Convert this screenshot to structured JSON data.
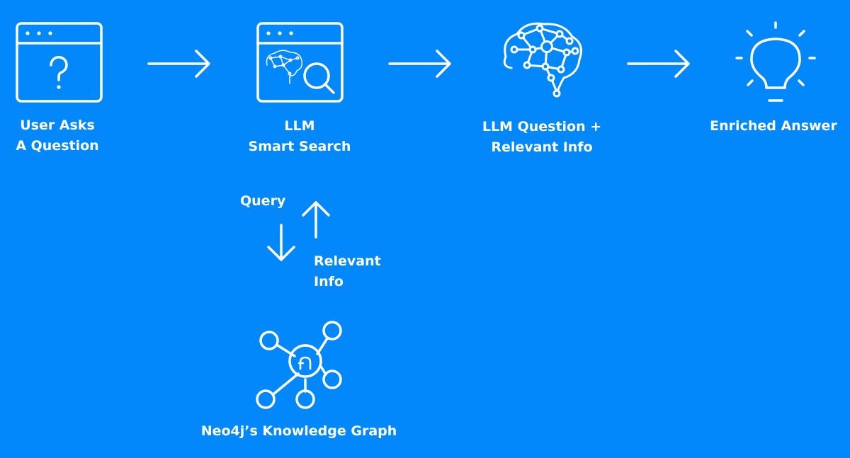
{
  "colors": {
    "background": "#0388fc",
    "foreground": "#ffffff"
  },
  "steps": [
    {
      "id": "user-question",
      "icon": "browser-question-icon",
      "lines": [
        "User Asks",
        "A Question"
      ]
    },
    {
      "id": "llm-smart-search",
      "icon": "browser-brain-search-icon",
      "lines": [
        "LLM",
        "Smart Search"
      ]
    },
    {
      "id": "llm-question-info",
      "icon": "neural-brain-icon",
      "lines": [
        "LLM Question +",
        "Relevant Info"
      ]
    },
    {
      "id": "enriched-answer",
      "icon": "lightbulb-icon",
      "lines": [
        "Enriched Answer"
      ]
    }
  ],
  "exchange": {
    "query_label": "Query",
    "relevant_info_lines": [
      "Relevant",
      "Info"
    ]
  },
  "knowledge_graph": {
    "icon": "knowledge-graph-icon",
    "label": "Neo4j’s Knowledge Graph"
  }
}
